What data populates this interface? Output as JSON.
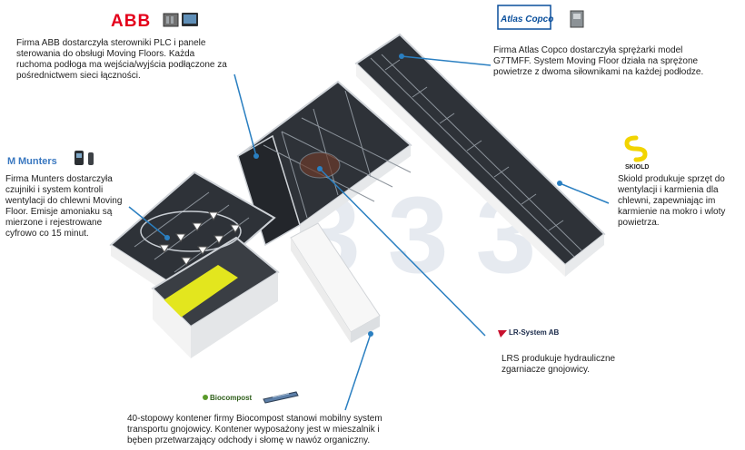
{
  "colors": {
    "leader": "#2a7fc1",
    "abb_red": "#e4001b",
    "atlas_blue": "#0a4f9c",
    "munters_blue": "#3a78c0",
    "skiold_yellow": "#f2d400",
    "biocompost_green": "#5a9a2a",
    "building_wall": "#f4f4f4",
    "floor_dark": "#2e3238",
    "yellow_wall": "#e3e61e"
  },
  "logos": {
    "abb": "ABB",
    "atlas_copco": "Atlas Copco",
    "munters": "Munters",
    "skiold": "SKIOLD",
    "lr_system": "LR-System AB",
    "biocompost": "Biocompost"
  },
  "icons": {
    "abb": "plc-panel-icon",
    "atlas": "compressor-icon",
    "munters": "sensor-icon",
    "biocompost": "container-icon"
  },
  "watermark": "333",
  "notes": {
    "abb": [
      "Firma ABB dostarczyła sterowniki PLC i panele",
      "sterowania do obsługi Moving Floors. Każda",
      "ruchoma podłoga ma wejścia/wyjścia podłączone za",
      "pośrednictwem sieci łączności."
    ],
    "atlas": [
      "Firma Atlas Copco dostarczyła sprężarki model",
      "G7TMFF. System Moving Floor działa na sprężone",
      "powietrze z dwoma siłownikami na każdej podłodze."
    ],
    "munters": [
      "Firma Munters dostarczyła",
      "czujniki i system kontroli",
      "wentylacji do chlewni Moving",
      "Floor. Emisje amoniaku są",
      "mierzone i rejestrowane",
      "cyfrowo co 15 minut."
    ],
    "skiold": [
      "Skiold produkuje sprzęt do",
      "wentylacji i karmienia dla",
      "chlewni, zapewniając im",
      "karmienie na mokro i wloty",
      "powietrza."
    ],
    "lrs": [
      "LRS produkuje hydrauliczne",
      "zgarniacze gnojowicy."
    ],
    "biocompost": [
      "40-stopowy kontener firmy Biocompost stanowi mobilny system",
      "transportu gnojowicy. Kontener wyposażony jest w mieszalnik i",
      "bęben przetwarzający odchody i słomę w nawóz organiczny."
    ]
  }
}
